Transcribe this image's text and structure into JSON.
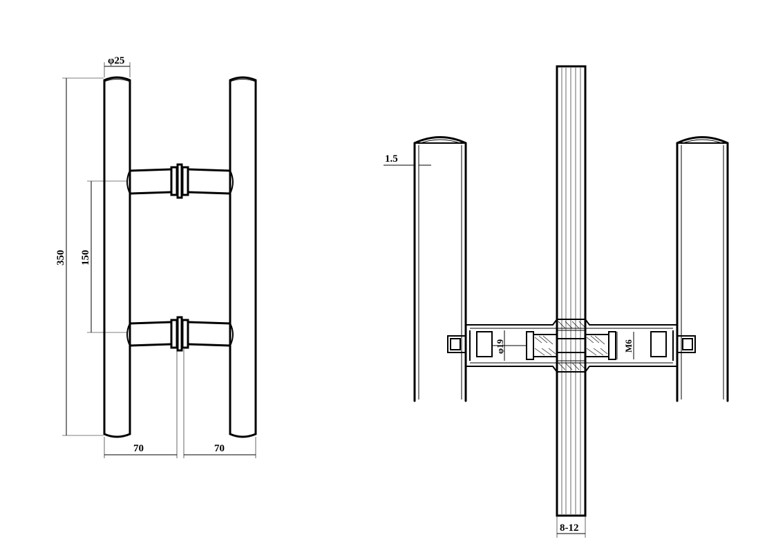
{
  "front_view": {
    "dim_diameter": "φ25",
    "dim_height": "350",
    "dim_spacing": "150",
    "dim_left_offset": "70",
    "dim_right_offset": "70"
  },
  "section_view": {
    "dim_wall": "1.5",
    "dim_bore": "φ19",
    "dim_thread": "M6",
    "dim_glass": "8-12"
  }
}
